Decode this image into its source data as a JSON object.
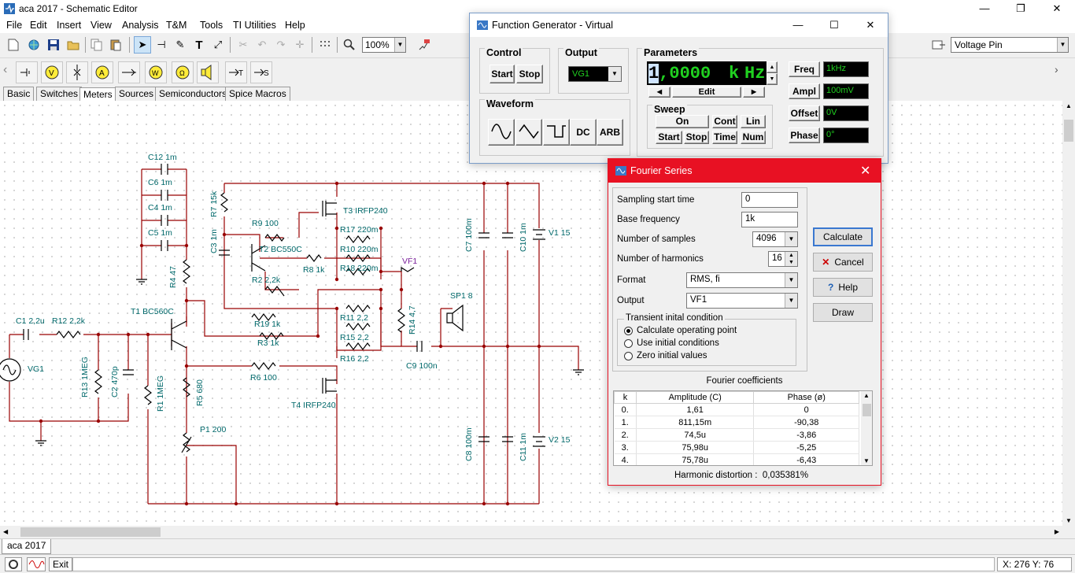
{
  "window": {
    "title": "aca 2017 - Schematic Editor"
  },
  "menu": [
    "File",
    "Edit",
    "Insert",
    "View",
    "Analysis",
    "T&M",
    "Tools",
    "TI Utilities",
    "Help"
  ],
  "toolbar": {
    "zoom": "100%",
    "pin_type": "Voltage Pin"
  },
  "component_tabs": [
    "Basic",
    "Switches",
    "Meters",
    "Sources",
    "Semiconductors",
    "Spice Macros"
  ],
  "active_tab": "Meters",
  "schematic": {
    "labels": {
      "c12": "C12 1m",
      "c6": "C6 1m",
      "c4": "C4 1m",
      "c5": "C5 1m",
      "r7": "R7 15k",
      "c3": "C3 1m",
      "r9": "R9 100",
      "t2": "T2 BC550C",
      "r2": "R2 2,2k",
      "r8": "R8 1k",
      "t3": "T3 IRFP240",
      "r17": "R17 220m",
      "r10": "R10 220m",
      "r18": "R18 220m",
      "c7": "C7 100m",
      "c10": "C10 1m",
      "v1": "V1 15",
      "vf1": "VF1",
      "r4": "R4 47",
      "t1": "T1 BC560C",
      "c1": "C1 2,2u",
      "r12": "R12 2,2k",
      "r19": "R19 1k",
      "r3": "R3 1k",
      "r11": "R11 2,2",
      "r15": "R15 2,2",
      "r16": "R16 2,2",
      "r14": "R14 4,7",
      "sp1": "SP1 8",
      "c9": "C9 100n",
      "vg1": "VG1",
      "r13": "R13 1MEG",
      "c2": "C2 470p",
      "r1": "R1 1MEG",
      "r6": "R6 100",
      "r5": "R5 680",
      "t4": "T4 IRFP240",
      "p1": "P1 200",
      "c8": "C8 100m",
      "c11": "C11 1m",
      "v2": "V2 15"
    }
  },
  "sheet_tab": "aca 2017",
  "status": {
    "exit": "Exit",
    "coords": "X: 276  Y: 76"
  },
  "function_generator": {
    "title": "Function Generator - Virtual",
    "control": {
      "title": "Control",
      "start": "Start",
      "stop": "Stop"
    },
    "output": {
      "title": "Output",
      "value": "VG1"
    },
    "waveform": {
      "title": "Waveform",
      "dc": "DC",
      "arb": "ARB"
    },
    "parameters": {
      "title": "Parameters",
      "display_digit": "1",
      "display_rest": ",0000",
      "display_prefix": "k",
      "display_unit": "Hz",
      "edit": "Edit",
      "freq_label": "Freq",
      "freq_value": "1kHz",
      "ampl_label": "Ampl",
      "ampl_value": "100mV",
      "offset_label": "Offset",
      "offset_value": "0V",
      "phase_label": "Phase",
      "phase_value": "0°"
    },
    "sweep": {
      "title": "Sweep",
      "on": "On",
      "cont": "Cont",
      "lin": "Lin",
      "start": "Start",
      "stop": "Stop",
      "time": "Time",
      "num": "Num"
    }
  },
  "fourier": {
    "title": "Fourier Series",
    "sampling_start_time_label": "Sampling start time",
    "sampling_start_time": "0",
    "base_frequency_label": "Base frequency",
    "base_frequency": "1k",
    "samples_label": "Number of samples",
    "samples": "4096",
    "harmonics_label": "Number of harmonics",
    "harmonics": "16",
    "format_label": "Format",
    "format": "RMS, fi",
    "output_label": "Output",
    "output": "VF1",
    "transient_title": "Transient inital condition",
    "radio": [
      "Calculate operating point",
      "Use initial conditions",
      "Zero initial values"
    ],
    "radio_selected": 0,
    "buttons": {
      "calculate": "Calculate",
      "cancel": "Cancel",
      "help": "Help",
      "draw": "Draw"
    },
    "coef_title": "Fourier coefficients",
    "columns": [
      "k",
      "Amplitude (C)",
      "Phase (ø)"
    ],
    "rows": [
      [
        "0.",
        "1,61",
        "0"
      ],
      [
        "1.",
        "811,15m",
        "-90,38"
      ],
      [
        "2.",
        "74,5u",
        "-3,86"
      ],
      [
        "3.",
        "75,98u",
        "-5,25"
      ],
      [
        "4.",
        "75,78u",
        "-6,43"
      ]
    ],
    "thd_label": "Harmonic distortion :",
    "thd_value": "0,035381%"
  }
}
